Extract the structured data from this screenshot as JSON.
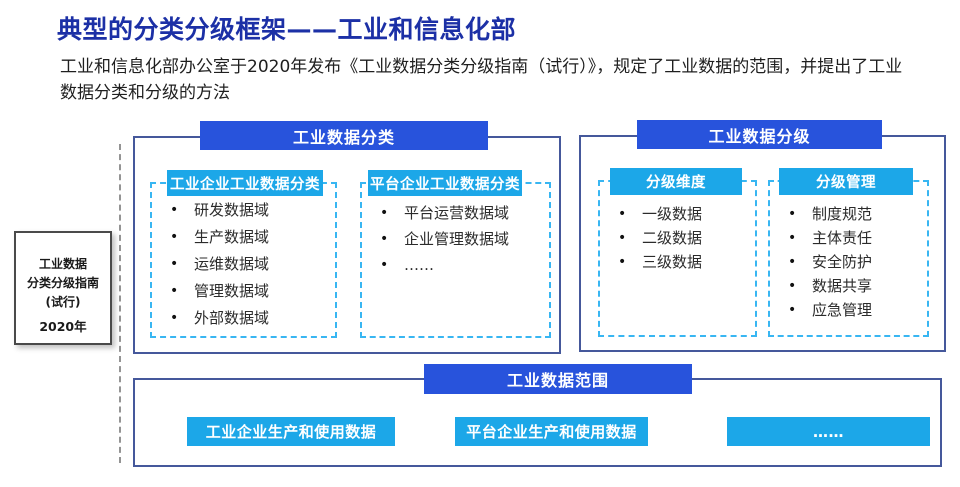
{
  "title": "典型的分类分级框架——工业和信息化部",
  "intro": "工业和信息化部办公室于2020年发布《工业数据分类分级指南（试行）》，规定了工业数据的范围，并提出了工业数据分类和分级的方法",
  "guide_doc": {
    "line1": "工业数据",
    "line2": "分类分级指南",
    "line3": "(试行)",
    "year": "2020年"
  },
  "classification": {
    "header": "工业数据分类",
    "groups": [
      {
        "header": "工业企业工业数据分类",
        "items": [
          "研发数据域",
          "生产数据域",
          "运维数据域",
          "管理数据域",
          "外部数据域"
        ]
      },
      {
        "header": "平台企业工业数据分类",
        "items": [
          "平台运营数据域",
          "企业管理数据域",
          "……"
        ]
      }
    ]
  },
  "grading": {
    "header": "工业数据分级",
    "groups": [
      {
        "header": "分级维度",
        "items": [
          "一级数据",
          "二级数据",
          "三级数据"
        ]
      },
      {
        "header": "分级管理",
        "items": [
          "制度规范",
          "主体责任",
          "安全防护",
          "数据共享",
          "应急管理"
        ]
      }
    ]
  },
  "scope": {
    "header": "工业数据范围",
    "items": [
      "工业企业生产和使用数据",
      "平台企业生产和使用数据",
      "……"
    ]
  },
  "colors": {
    "title_text": "#1c30a6",
    "header_bar": "#2853dc",
    "sub_header_bar": "#1ca7e8",
    "panel_border": "#45589b",
    "dashed_sub_border": "#38b6f2",
    "divider_gray": "#949494"
  }
}
